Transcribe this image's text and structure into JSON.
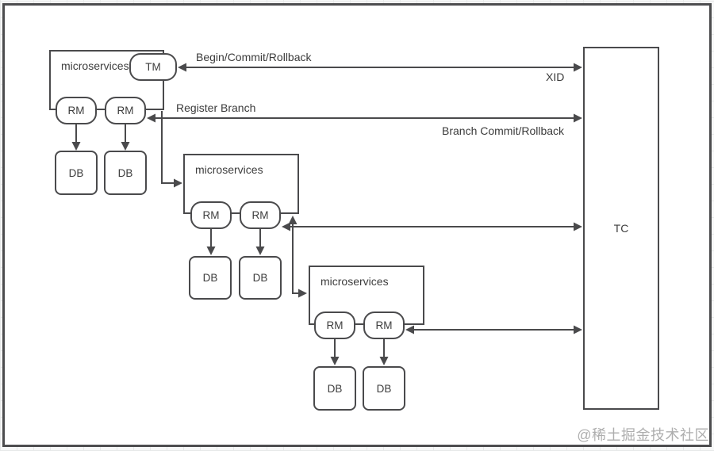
{
  "watermark": {
    "text": "@稀土掘金技术社区"
  },
  "diagram": {
    "tc_label": "TC",
    "messages": {
      "begin_commit_rollback": "Begin/Commit/Rollback",
      "xid": "XID",
      "register_branch": "Register Branch",
      "branch_commit_rollback": "Branch Commit/Rollback"
    },
    "groups": [
      {
        "label": "microservices",
        "tm": "TM",
        "rm": [
          "RM",
          "RM"
        ],
        "db": [
          "DB",
          "DB"
        ]
      },
      {
        "label": "microservices",
        "rm": [
          "RM",
          "RM"
        ],
        "db": [
          "DB",
          "DB"
        ]
      },
      {
        "label": "microservices",
        "rm": [
          "RM",
          "RM"
        ],
        "db": [
          "DB",
          "DB"
        ]
      }
    ]
  }
}
